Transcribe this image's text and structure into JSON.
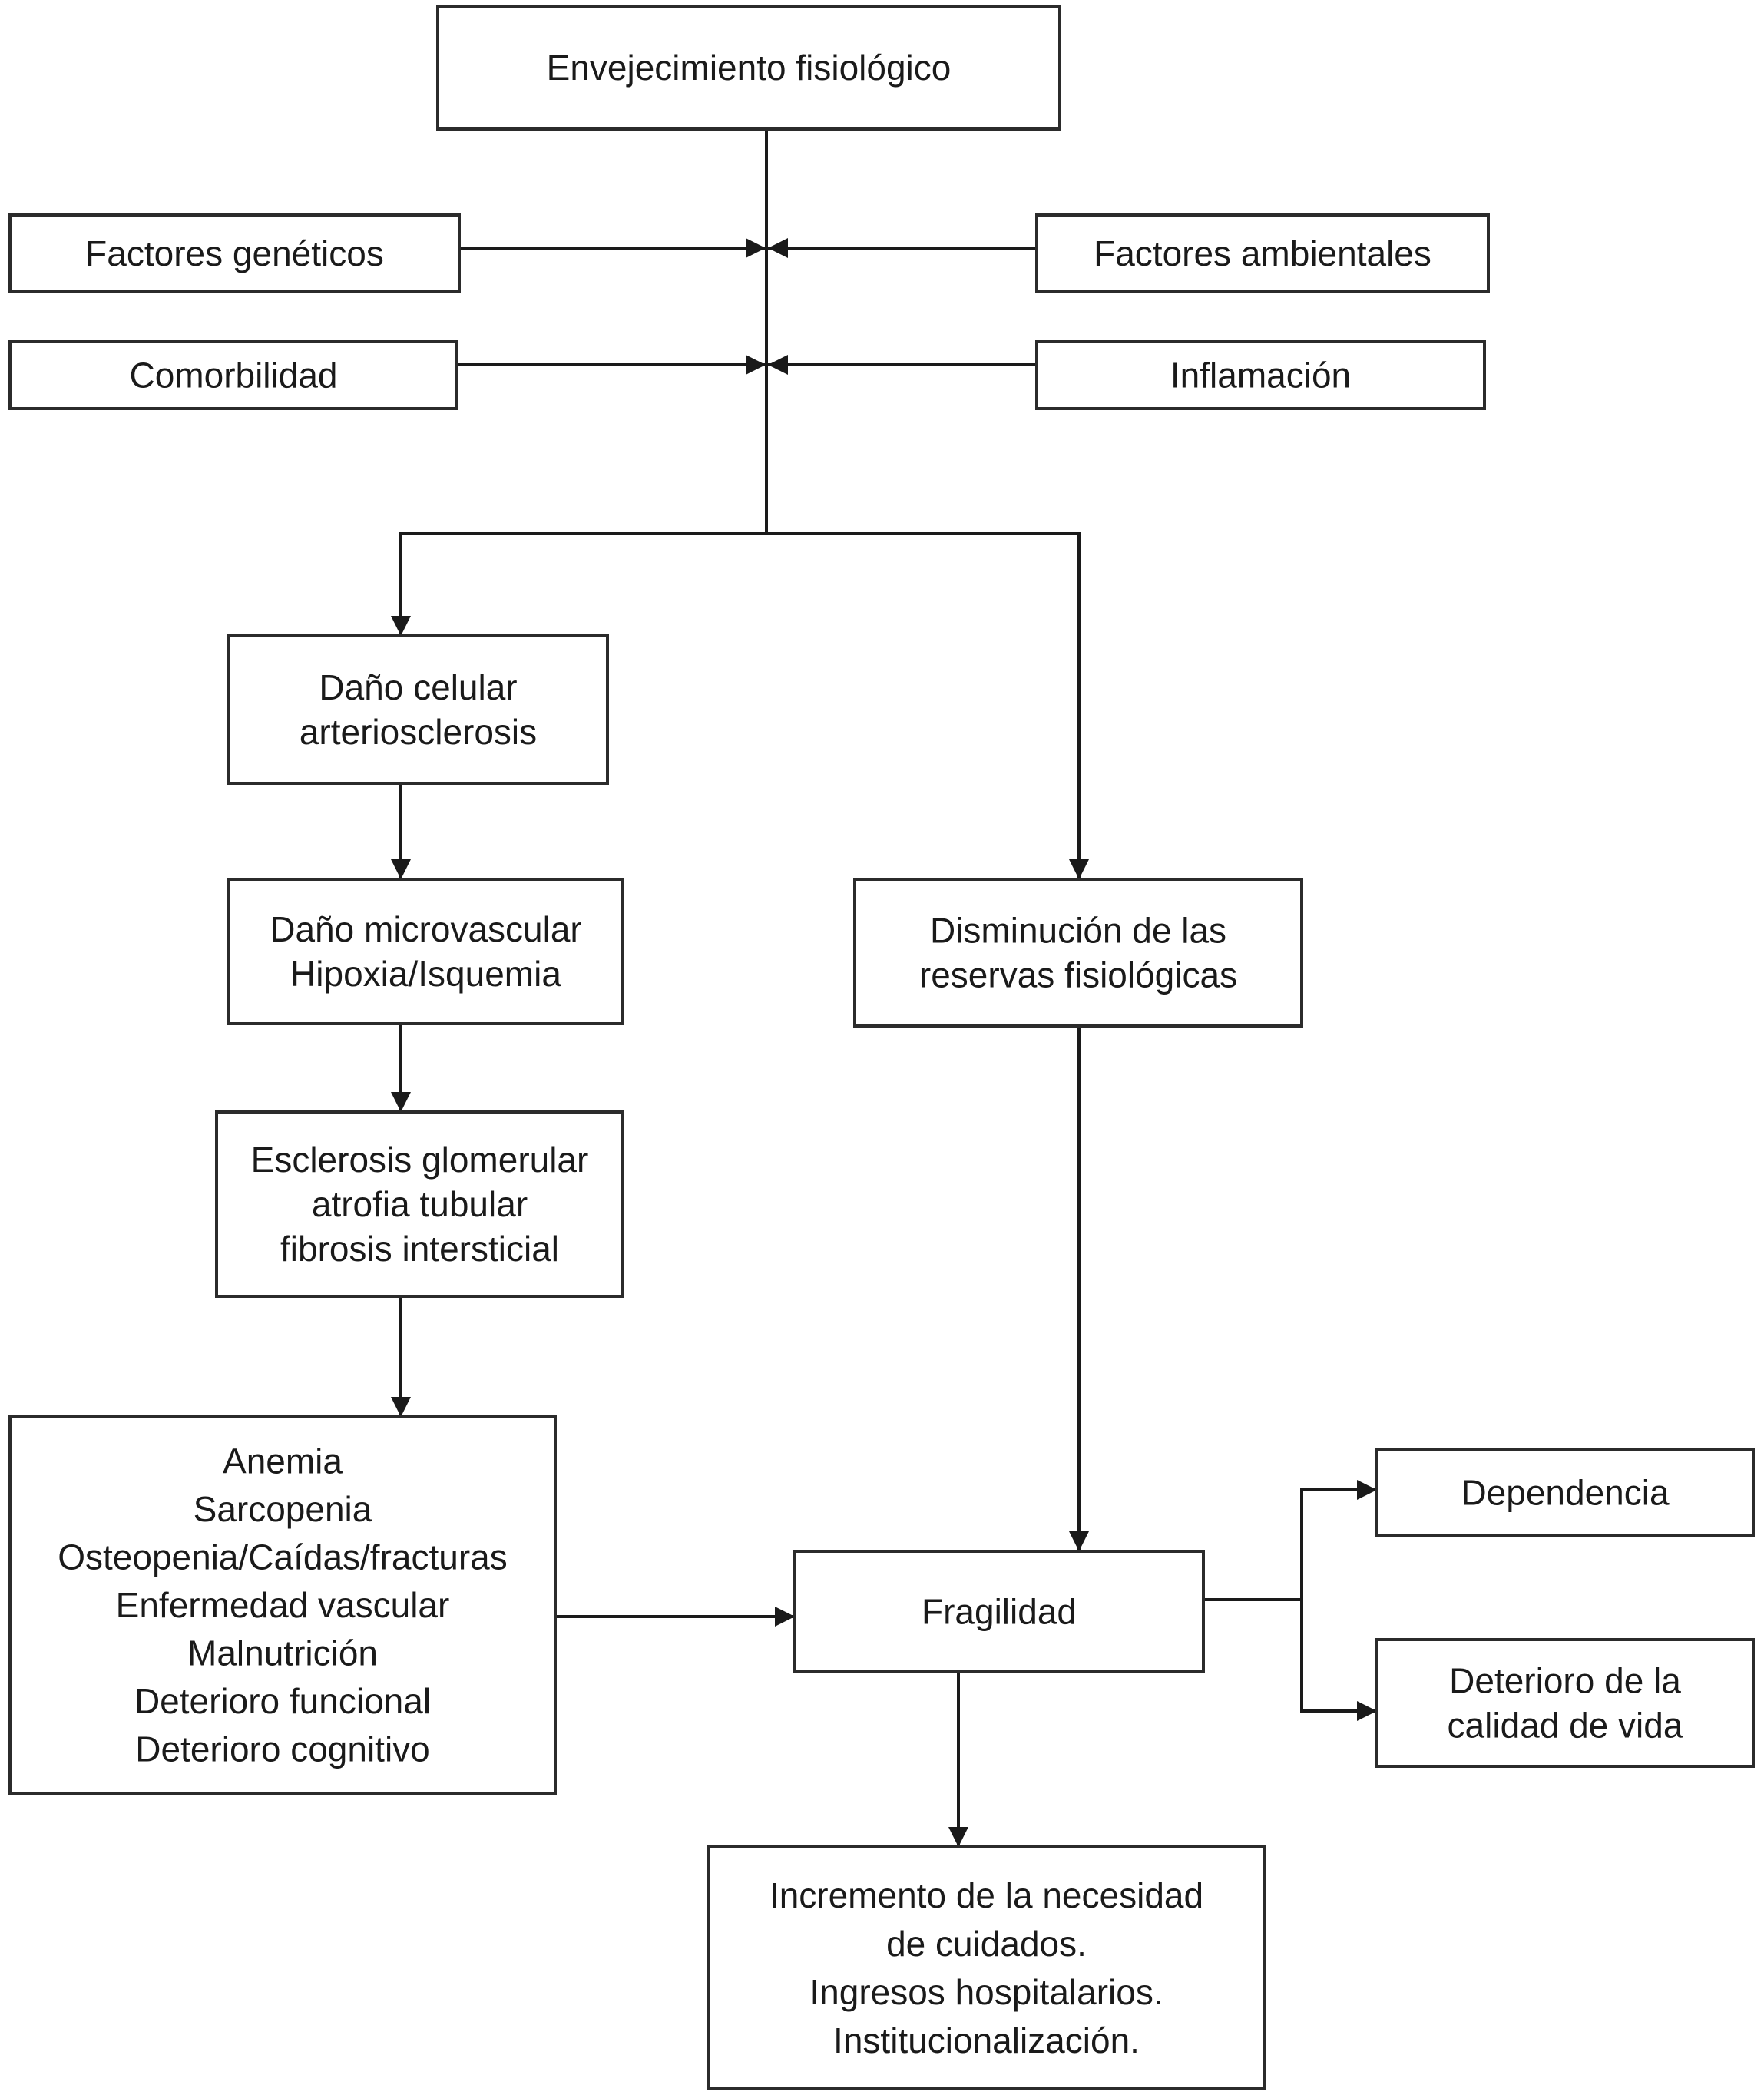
{
  "diagram": {
    "nodes": [
      {
        "id": "envejecimiento",
        "lines": [
          "Envejecimiento fisiológico"
        ]
      },
      {
        "id": "geneticos",
        "lines": [
          "Factores genéticos"
        ]
      },
      {
        "id": "ambientales",
        "lines": [
          "Factores ambientales"
        ]
      },
      {
        "id": "comorbilidad",
        "lines": [
          "Comorbilidad"
        ]
      },
      {
        "id": "inflamacion",
        "lines": [
          "Inflamación"
        ]
      },
      {
        "id": "dano-celular",
        "lines": [
          "Daño celular",
          "arteriosclerosis"
        ]
      },
      {
        "id": "dano-microvascular",
        "lines": [
          "Daño microvascular",
          "Hipoxia/Isquemia"
        ]
      },
      {
        "id": "esclerosis",
        "lines": [
          "Esclerosis glomerular",
          "atrofia tubular",
          "fibrosis intersticial"
        ]
      },
      {
        "id": "disminucion",
        "lines": [
          "Disminución de las",
          "reservas fisiológicas"
        ]
      },
      {
        "id": "anemia",
        "lines": [
          "Anemia",
          "Sarcopenia",
          "Osteopenia/Caídas/fracturas",
          "Enfermedad vascular",
          "Malnutrición",
          "Deterioro funcional",
          "Deterioro cognitivo"
        ]
      },
      {
        "id": "fragilidad",
        "lines": [
          "Fragilidad"
        ]
      },
      {
        "id": "dependencia",
        "lines": [
          "Dependencia"
        ]
      },
      {
        "id": "deterioro-calidad",
        "lines": [
          "Deterioro de la",
          "calidad de vida"
        ]
      },
      {
        "id": "incremento",
        "lines": [
          "Incremento de la necesidad",
          "de cuidados.",
          "Ingresos hospitalarios.",
          "Institucionalización."
        ]
      }
    ],
    "edges": [
      {
        "from": "envejecimiento",
        "to": "dano-celular"
      },
      {
        "from": "envejecimiento",
        "to": "disminucion"
      },
      {
        "from": "geneticos",
        "to": "envejecimiento"
      },
      {
        "from": "ambientales",
        "to": "envejecimiento"
      },
      {
        "from": "comorbilidad",
        "to": "envejecimiento"
      },
      {
        "from": "inflamacion",
        "to": "envejecimiento"
      },
      {
        "from": "dano-celular",
        "to": "dano-microvascular"
      },
      {
        "from": "dano-microvascular",
        "to": "esclerosis"
      },
      {
        "from": "esclerosis",
        "to": "anemia"
      },
      {
        "from": "anemia",
        "to": "fragilidad"
      },
      {
        "from": "disminucion",
        "to": "fragilidad"
      },
      {
        "from": "fragilidad",
        "to": "dependencia"
      },
      {
        "from": "fragilidad",
        "to": "deterioro-calidad"
      },
      {
        "from": "fragilidad",
        "to": "incremento"
      }
    ]
  }
}
